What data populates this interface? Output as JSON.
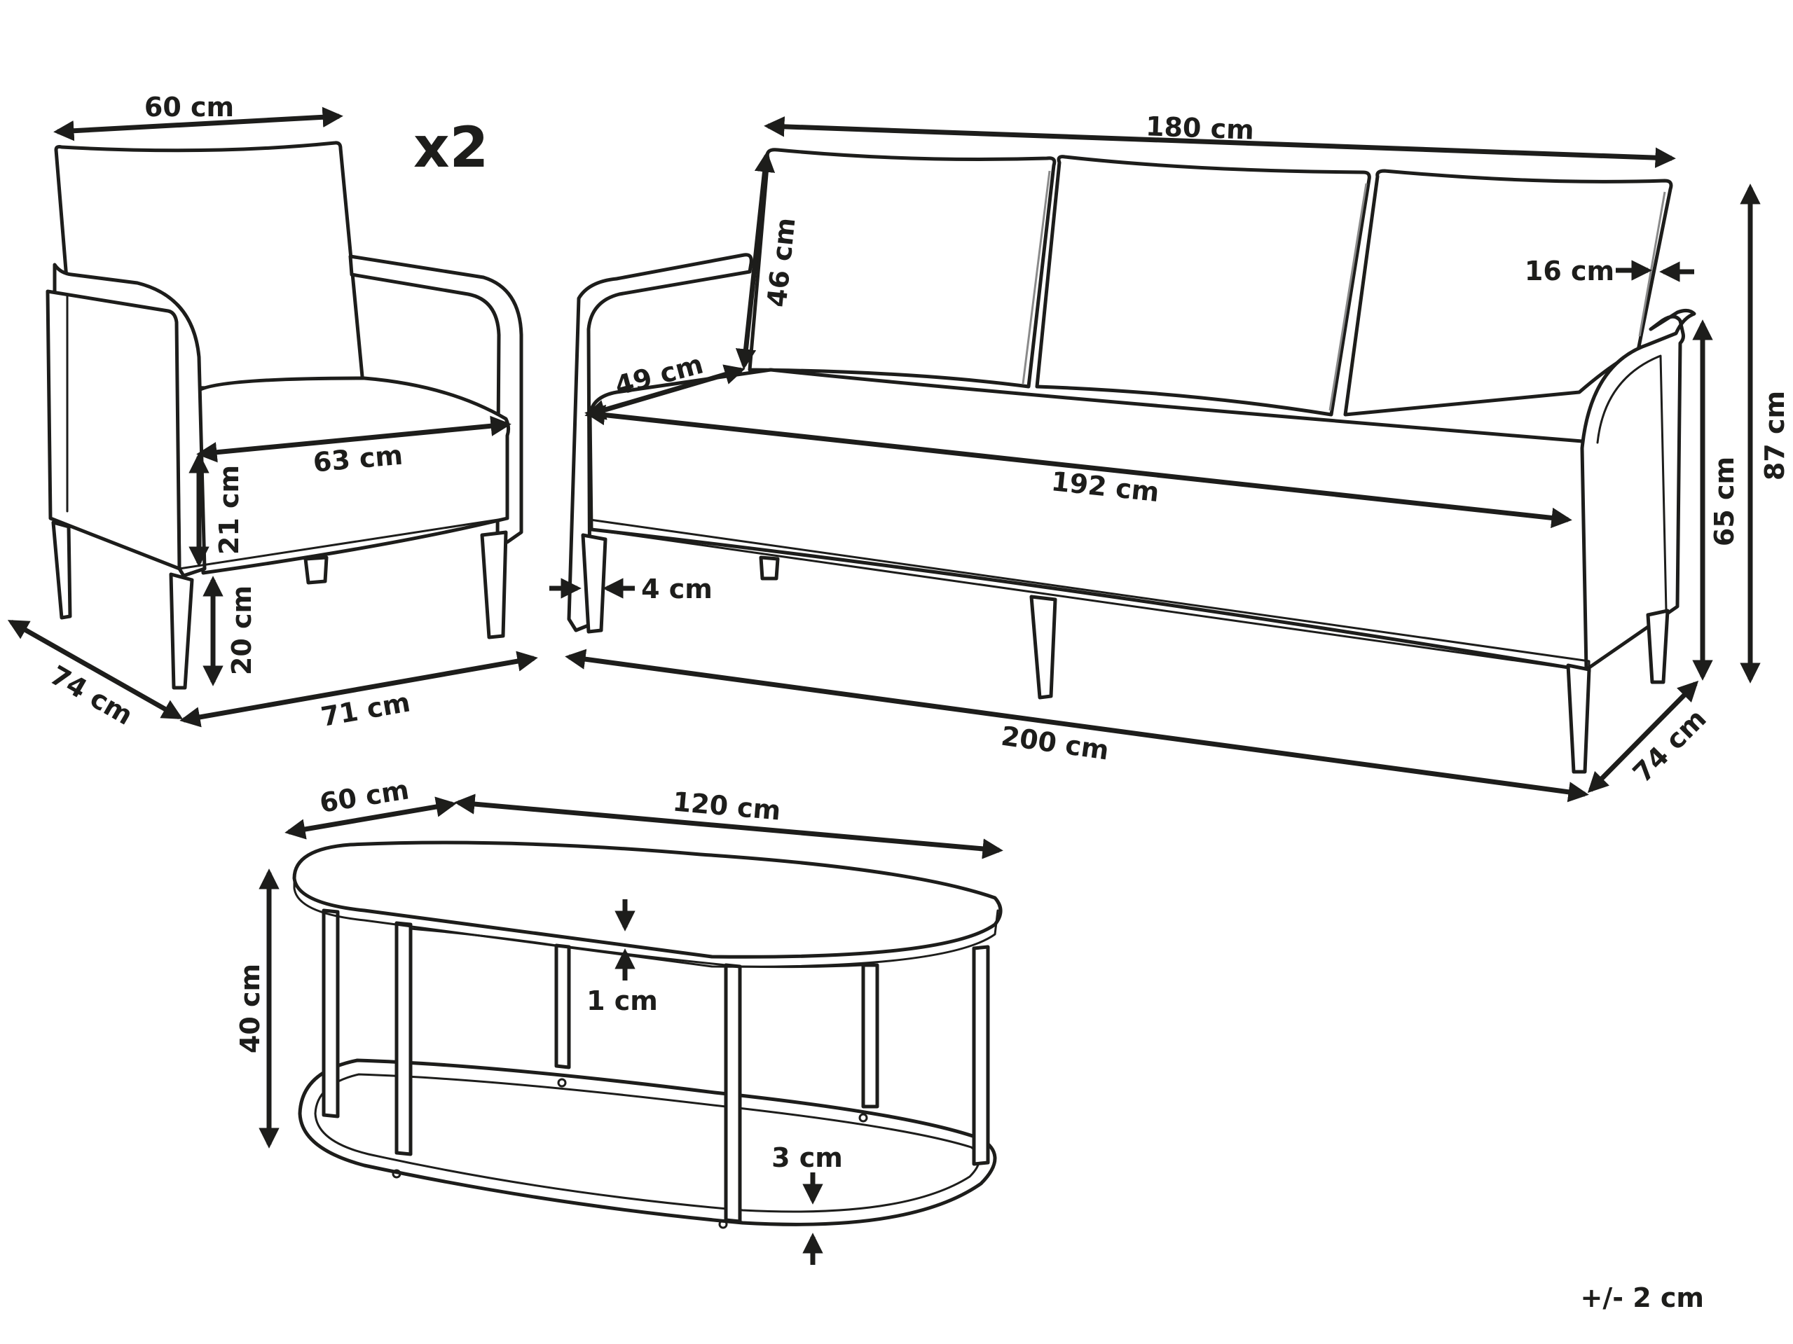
{
  "multiplier": "x2",
  "tolerance": "+/- 2 cm",
  "colors": {
    "ink": "#1d1d1b",
    "seam": "#8a8a8a",
    "paper": "#ffffff"
  },
  "armchair": {
    "width_top": "60 cm",
    "seat_width": "63 cm",
    "seat_height": "21 cm",
    "leg_height": "20 cm",
    "depth": "74 cm",
    "width": "71 cm"
  },
  "sofa": {
    "back_width": "180 cm",
    "back_height": "46 cm",
    "seat_depth": "49 cm",
    "back_thickness": "16 cm",
    "seat_width": "192 cm",
    "leg_width": "4 cm",
    "width": "200 cm",
    "arm_height": "65 cm",
    "height": "87 cm",
    "depth": "74 cm"
  },
  "table": {
    "depth": "60 cm",
    "width": "120 cm",
    "top_thickness": "1 cm",
    "height": "40 cm",
    "base_thickness": "3 cm"
  }
}
